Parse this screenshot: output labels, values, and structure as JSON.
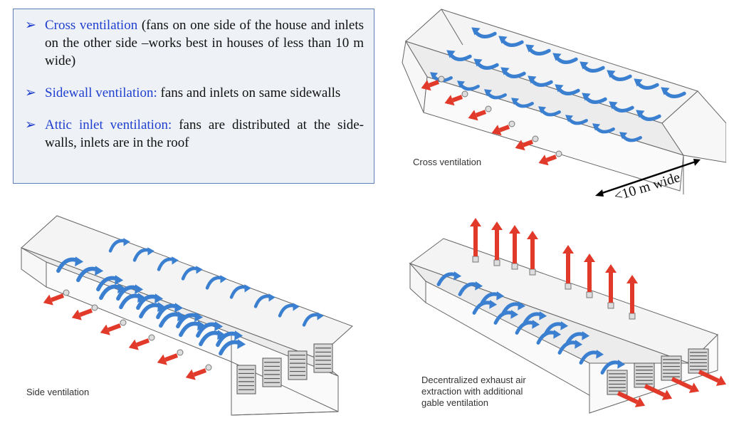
{
  "bullets": [
    {
      "highlight": "Cross ventilation",
      "rest": " (fans on one side of the house and inlets on the other side –works best in houses of less than 10 m wide)"
    },
    {
      "highlight": "Sidewall ventilation:",
      "rest": " fans and inlets on same sidewalls"
    },
    {
      "highlight": "Attic inlet ventilation:",
      "rest": " fans are distributed at the side-walls, inlets are in the roof"
    }
  ],
  "panels": {
    "cross": {
      "caption": "Cross ventilation",
      "width_label": "<10 m wide"
    },
    "side": {
      "caption": "Side ventilation"
    },
    "attic": {
      "caption_lines": [
        "Decentralized exhaust air",
        "extraction with additional",
        "gable ventilation"
      ]
    }
  },
  "colors": {
    "airflow_blue": "#3a7fd0",
    "exhaust_red": "#e23a2a",
    "bullet_blue": "#1f3fd0",
    "box_border": "#5b7fb8",
    "box_fill": "#eef1f5"
  },
  "icons": {
    "bullet": "arrowhead-bullet-icon",
    "exhaust": "exhaust-arrow-icon",
    "airflow": "airflow-arrow-icon",
    "fan": "fan-icon"
  }
}
